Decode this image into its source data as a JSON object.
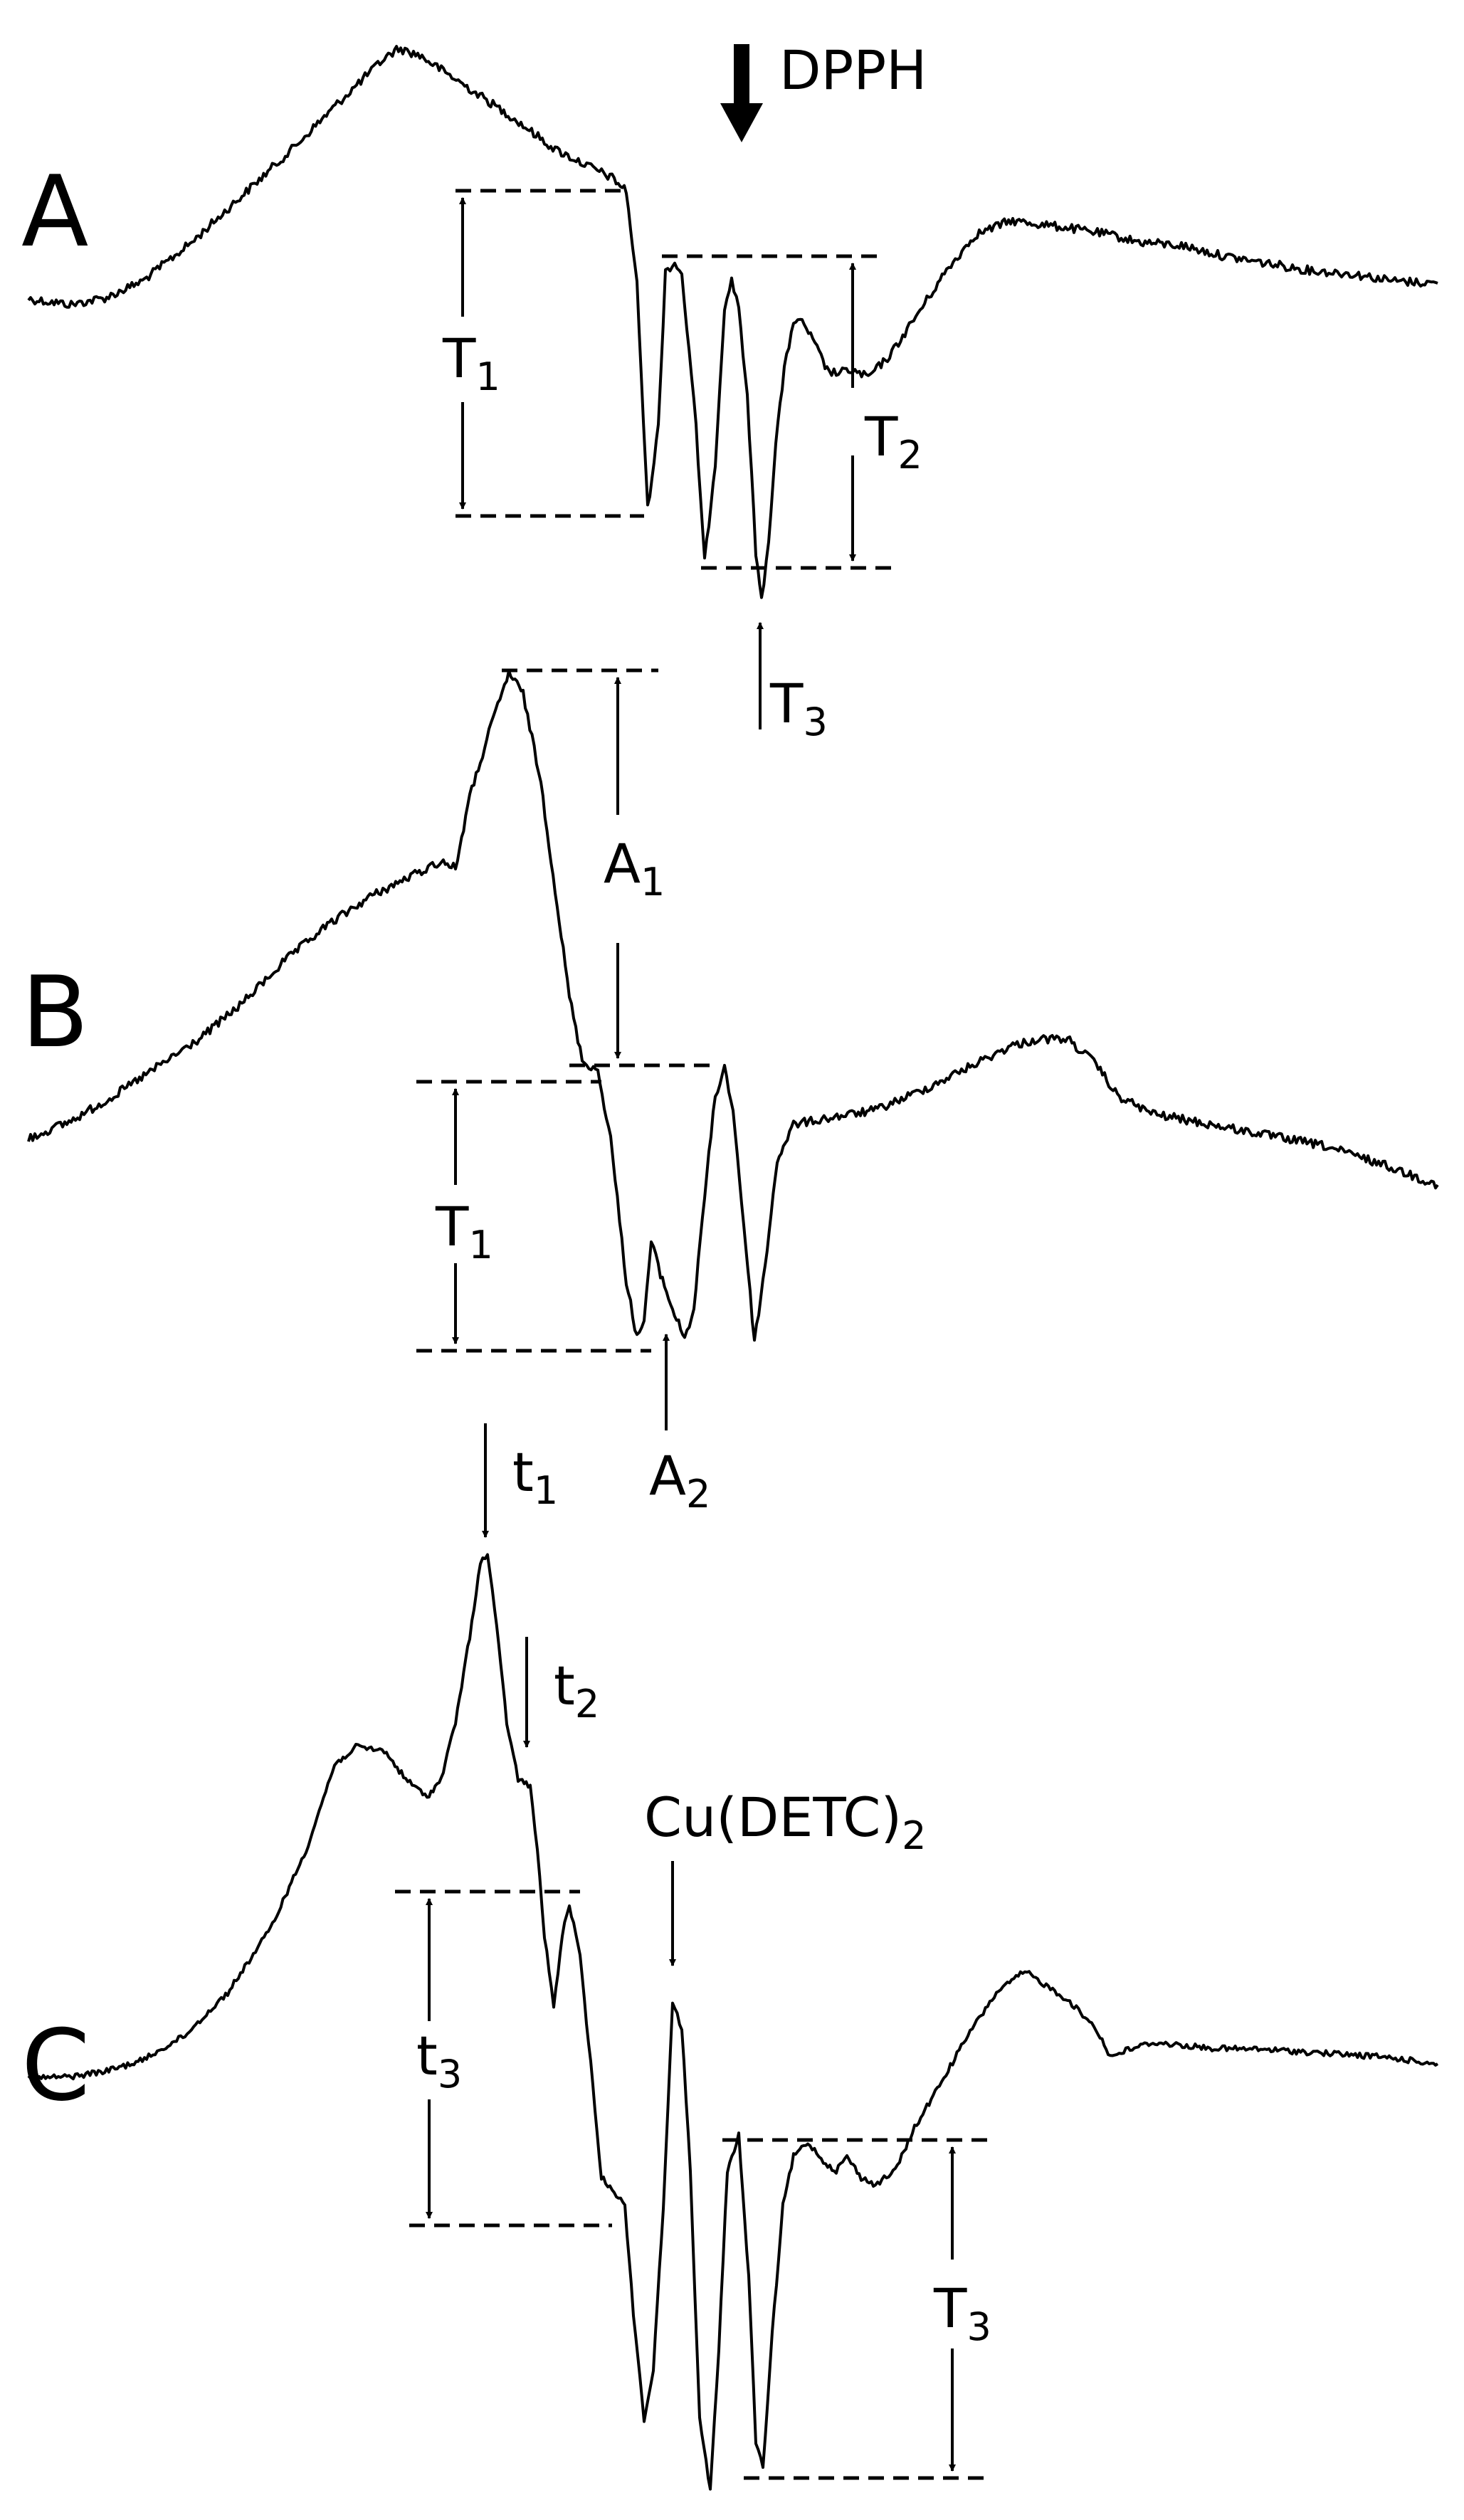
{
  "panels": {
    "A": {
      "label": "A",
      "T1": "T",
      "T1_sub": "1",
      "T2": "T",
      "T2_sub": "2",
      "T3": "T",
      "T3_sub": "3"
    },
    "B": {
      "label": "B",
      "A1": "A",
      "A1_sub": "1",
      "T1": "T",
      "T1_sub": "1",
      "A2": "A",
      "A2_sub": "2"
    },
    "C": {
      "label": "C",
      "t1": "t",
      "t1_sub": "1",
      "t2": "t",
      "t2_sub": "2",
      "t3": "t",
      "t3_sub": "3",
      "cu": "Cu(DETC)",
      "cu_sub": "2",
      "T3": "T",
      "T3_sub": "3"
    }
  },
  "dpph": "DPPH"
}
